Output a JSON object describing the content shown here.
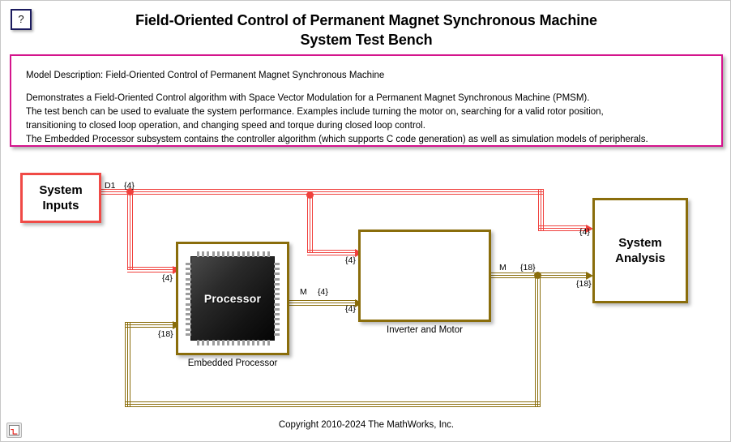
{
  "header": {
    "help_label": "?",
    "title_line1": "Field-Oriented Control of Permanent Magnet Synchronous Machine",
    "title_line2": "System Test Bench"
  },
  "description": {
    "line1": "Model Description: Field-Oriented Control of Permanent Magnet Synchronous Machine",
    "line2": "Demonstrates a Field-Oriented Control algorithm with Space Vector Modulation for a Permanent Magnet Synchronous Machine (PMSM).",
    "line3": "The test bench can be used to evaluate the system performance. Examples include turning the motor on, searching for a valid rotor position,",
    "line4": "transitioning to closed loop operation, and changing speed and torque during closed loop control.",
    "line5": "The Embedded Processor subsystem contains the controller algorithm (which supports C code generation) as well as simulation models of peripherals.",
    "border_color": "#d4148c"
  },
  "blocks": {
    "system_inputs": {
      "title_line1": "System",
      "title_line2": "Inputs",
      "border_color": "#f04a46"
    },
    "embedded_processor": {
      "chip_text": "Processor",
      "caption": "Embedded Processor",
      "border_color": "#8a6d0b"
    },
    "inverter_motor": {
      "caption": "Inverter and Motor",
      "border_color": "#8a6d0b"
    },
    "system_analysis": {
      "title_line1": "System",
      "title_line2": "Analysis",
      "border_color": "#8a6d0b"
    }
  },
  "signals": {
    "d1_name": "D1",
    "inputs_width": "{4}",
    "to_processor_width": "{4}",
    "to_inverter_top_width": "{4}",
    "to_analysis_top_width": "{4}",
    "processor_out_name": "M",
    "processor_out_width": "{4}",
    "to_inverter_bottom_width": "{4}",
    "motor_out_name": "M",
    "motor_out_width": "{18}",
    "to_analysis_bottom_width": "{18}",
    "feedback_width": "{18}",
    "red_color": "#f0413d",
    "olive_color": "#8a6d0b"
  },
  "footer": {
    "copyright": "Copyright 2010-2024 The MathWorks, Inc.",
    "scope_icon_name": "scope-icon"
  }
}
